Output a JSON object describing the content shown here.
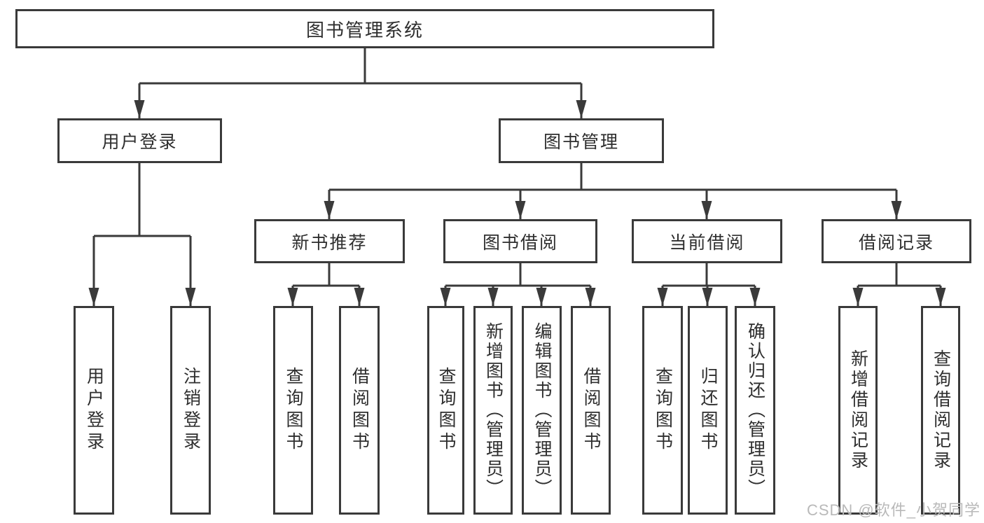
{
  "diagram": {
    "type": "hierarchy-tree",
    "title": "图书管理系统",
    "colors": {
      "line": "#3a3a3a",
      "box_border": "#3a3a3a",
      "box_fill": "#ffffff",
      "text": "#2e2e2e",
      "background": "#ffffff",
      "watermark": "#b9b9b9"
    },
    "nodes": {
      "root": {
        "label": "图书管理系统"
      },
      "user_login": {
        "label": "用户登录"
      },
      "book_mgmt": {
        "label": "图书管理"
      },
      "new_book_rec": {
        "label": "新书推荐"
      },
      "book_borrow": {
        "label": "图书借阅"
      },
      "current_borrow": {
        "label": "当前借阅"
      },
      "borrow_records": {
        "label": "借阅记录"
      },
      "leaf_user_login": {
        "label": "用户登录"
      },
      "leaf_logout": {
        "label": "注销登录"
      },
      "leaf_query_book_rec": {
        "label": "查询图书"
      },
      "leaf_borrow_book_rec": {
        "label": "借阅图书"
      },
      "leaf_query_book_borrow": {
        "label": "查询图书"
      },
      "leaf_add_book_admin": {
        "label": "新增图书（管理员）"
      },
      "leaf_edit_book_admin": {
        "label": "编辑图书（管理员）"
      },
      "leaf_borrow_book_2": {
        "label": "借阅图书"
      },
      "leaf_query_book_current": {
        "label": "查询图书"
      },
      "leaf_return_book": {
        "label": "归还图书"
      },
      "leaf_confirm_return_admin": {
        "label": "确认归还（管理员）"
      },
      "leaf_add_borrow_record": {
        "label": "新增借阅记录"
      },
      "leaf_query_borrow_record": {
        "label": "查询借阅记录"
      }
    },
    "edges": [
      [
        "root",
        "user_login"
      ],
      [
        "root",
        "book_mgmt"
      ],
      [
        "user_login",
        "leaf_user_login"
      ],
      [
        "user_login",
        "leaf_logout"
      ],
      [
        "book_mgmt",
        "new_book_rec"
      ],
      [
        "book_mgmt",
        "book_borrow"
      ],
      [
        "book_mgmt",
        "current_borrow"
      ],
      [
        "book_mgmt",
        "borrow_records"
      ],
      [
        "new_book_rec",
        "leaf_query_book_rec"
      ],
      [
        "new_book_rec",
        "leaf_borrow_book_rec"
      ],
      [
        "book_borrow",
        "leaf_query_book_borrow"
      ],
      [
        "book_borrow",
        "leaf_add_book_admin"
      ],
      [
        "book_borrow",
        "leaf_edit_book_admin"
      ],
      [
        "book_borrow",
        "leaf_borrow_book_2"
      ],
      [
        "current_borrow",
        "leaf_query_book_current"
      ],
      [
        "current_borrow",
        "leaf_return_book"
      ],
      [
        "current_borrow",
        "leaf_confirm_return_admin"
      ],
      [
        "borrow_records",
        "leaf_add_borrow_record"
      ],
      [
        "borrow_records",
        "leaf_query_borrow_record"
      ]
    ]
  },
  "watermark": {
    "text": "CSDN @软件_小贺同学"
  }
}
